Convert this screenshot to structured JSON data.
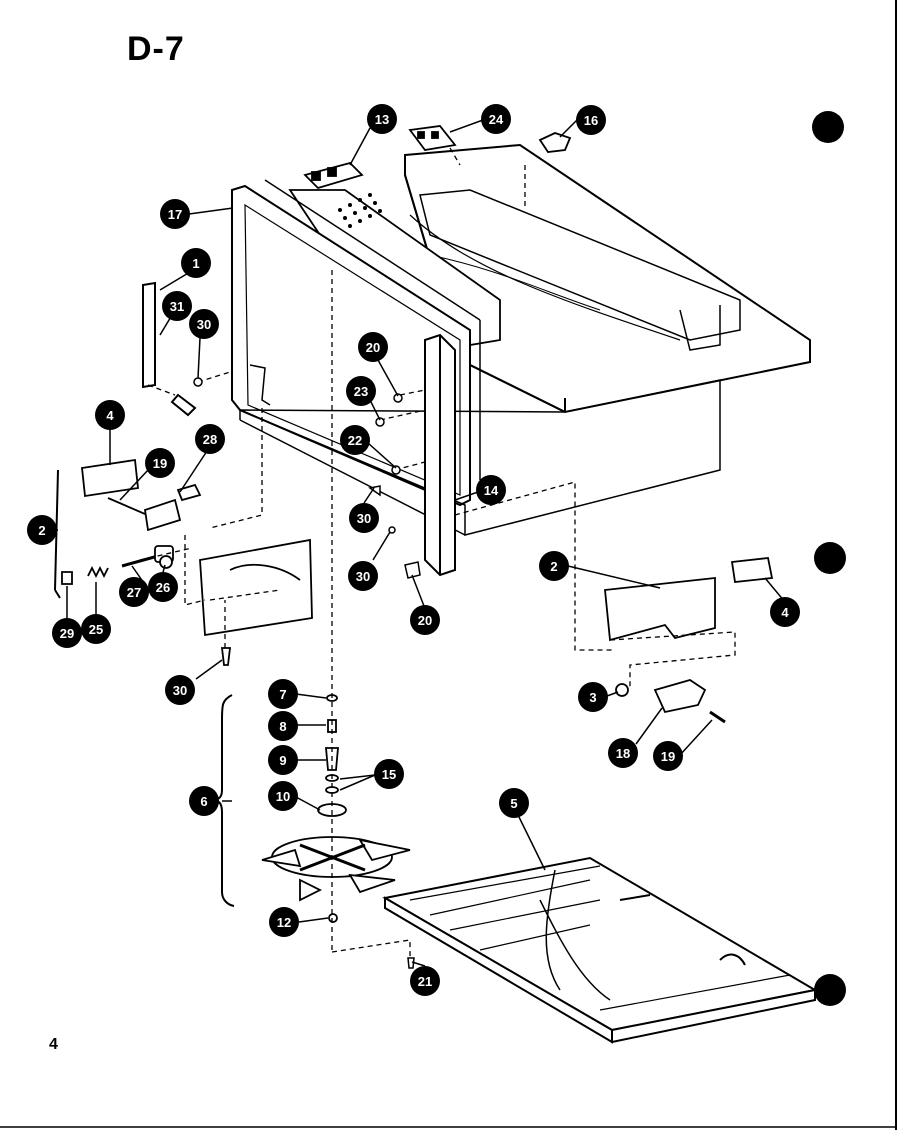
{
  "title": "D-7",
  "page_number": "4",
  "callouts": [
    {
      "id": "c13",
      "label": "13"
    },
    {
      "id": "c24",
      "label": "24"
    },
    {
      "id": "c16",
      "label": "16"
    },
    {
      "id": "c17",
      "label": "17"
    },
    {
      "id": "c1",
      "label": "1"
    },
    {
      "id": "c31",
      "label": "31"
    },
    {
      "id": "c30a",
      "label": "30"
    },
    {
      "id": "c20a",
      "label": "20"
    },
    {
      "id": "c23",
      "label": "23"
    },
    {
      "id": "c22",
      "label": "22"
    },
    {
      "id": "c4a",
      "label": "4"
    },
    {
      "id": "c19a",
      "label": "19"
    },
    {
      "id": "c28",
      "label": "28"
    },
    {
      "id": "c14",
      "label": "14"
    },
    {
      "id": "c2a",
      "label": "2"
    },
    {
      "id": "c30b",
      "label": "30"
    },
    {
      "id": "c30c",
      "label": "30"
    },
    {
      "id": "c27",
      "label": "27"
    },
    {
      "id": "c26",
      "label": "26"
    },
    {
      "id": "c29",
      "label": "29"
    },
    {
      "id": "c25",
      "label": "25"
    },
    {
      "id": "c20b",
      "label": "20"
    },
    {
      "id": "c2b",
      "label": "2"
    },
    {
      "id": "c4b",
      "label": "4"
    },
    {
      "id": "c30d",
      "label": "30"
    },
    {
      "id": "c7",
      "label": "7"
    },
    {
      "id": "c8",
      "label": "8"
    },
    {
      "id": "c9",
      "label": "9"
    },
    {
      "id": "c15",
      "label": "15"
    },
    {
      "id": "c10",
      "label": "10"
    },
    {
      "id": "c6",
      "label": "6"
    },
    {
      "id": "c3",
      "label": "3"
    },
    {
      "id": "c18",
      "label": "18"
    },
    {
      "id": "c19b",
      "label": "19"
    },
    {
      "id": "c5",
      "label": "5"
    },
    {
      "id": "c12",
      "label": "12"
    },
    {
      "id": "c21",
      "label": "21"
    }
  ]
}
